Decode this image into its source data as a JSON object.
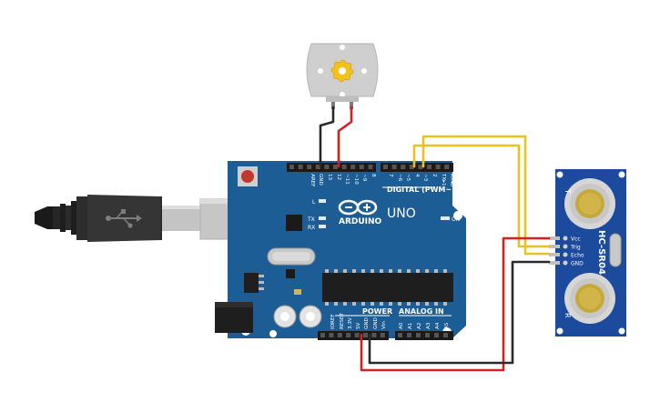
{
  "board": {
    "logo_text": "ARDUINO",
    "model": "UNO",
    "digital_header_label": "DIGITAL (PWM~)",
    "digital_pins": [
      "AREF",
      "GND",
      "13",
      "12",
      "~11",
      "~10",
      "~9",
      "8",
      "7",
      "~6",
      "~5",
      "4",
      "~3",
      "2",
      "TX▸1",
      "RX◂0"
    ],
    "led_labels": [
      "L",
      "TX",
      "RX"
    ],
    "on_label": "ON",
    "power_label": "POWER",
    "analog_label": "ANALOG IN",
    "power_pins": [
      "IOREF",
      "RESET",
      "3.3V",
      "5V",
      "GND",
      "GND",
      "Vin"
    ],
    "analog_pins": [
      "A0",
      "A1",
      "A2",
      "A3",
      "A4",
      "A5"
    ]
  },
  "sensor": {
    "model": "HC-SR04",
    "pins": [
      "Vcc",
      "Trig",
      "Echo",
      "GND"
    ],
    "left_mark": "T",
    "right_mark": "R"
  },
  "usb": {
    "symbol": "usb-symbol-icon"
  },
  "motor": {
    "icon": "gear-icon"
  },
  "colors": {
    "board": "#1d5d95",
    "sensor": "#1c4a9c",
    "wire_red": "#d62020",
    "wire_black": "#2a2a2a",
    "wire_yellow": "#e8c31e",
    "motor_gear": "#f2c11a"
  }
}
